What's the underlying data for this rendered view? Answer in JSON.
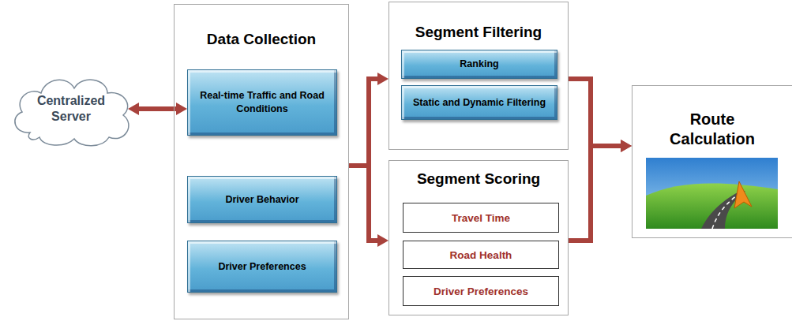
{
  "diagram": {
    "nodes": [
      {
        "text": [
          "Centralized Server"
        ]
      },
      {
        "text": [
          "Data Collection"
        ]
      },
      {
        "text": [
          "Real-time Traffic and Road Conditions"
        ],
        "in": 1
      },
      {
        "text": [
          "Driver Behavior"
        ],
        "in": 1
      },
      {
        "text": [
          "Driver Preferences"
        ],
        "in": 1
      },
      {
        "text": [
          "Segment Filtering"
        ]
      },
      {
        "text": [
          "Ranking"
        ],
        "in": 5
      },
      {
        "text": [
          "Static and Dynamic Filtering"
        ],
        "in": 5
      },
      {
        "text": [
          "Segment Scoring"
        ]
      },
      {
        "text": [
          "Travel Time"
        ],
        "in": 8
      },
      {
        "text": [
          "Road Health"
        ],
        "in": 8
      },
      {
        "text": [
          "Driver Preferences"
        ],
        "in": 8
      },
      {
        "text": [
          "Route Calculation"
        ]
      }
    ],
    "edges": [
      {
        "from": 0,
        "to": 2,
        "arrow": "both"
      },
      {
        "from": 1,
        "to": 5,
        "arrow": "to"
      },
      {
        "from": 1,
        "to": 8,
        "arrow": "to"
      },
      {
        "from": 5,
        "to": 12,
        "arrow": "to"
      },
      {
        "from": 8,
        "to": 12,
        "arrow": "to"
      }
    ]
  }
}
